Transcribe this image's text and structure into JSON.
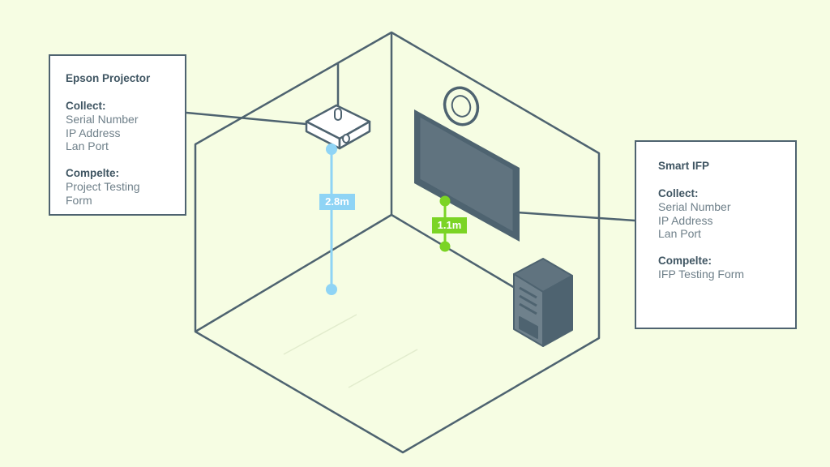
{
  "colors": {
    "background": "#f6fde3",
    "line": "#4e6370",
    "blue_measure": "#8fd4f5",
    "green_measure": "#7bd424",
    "screen": "#5d717d"
  },
  "cards": {
    "epson": {
      "title": "Epson Projector",
      "collect_heading": "Collect:",
      "collect_items": [
        "Serial Number",
        "IP Address",
        "Lan Port"
      ],
      "complete_heading": "Compelte:",
      "complete_items": [
        "Project Testing Form"
      ]
    },
    "ifp": {
      "title": "Smart IFP",
      "collect_heading": "Collect:",
      "collect_items": [
        "Serial Number",
        "IP Address",
        "Lan Port"
      ],
      "complete_heading": "Compelte:",
      "complete_items": [
        "IFP Testing Form"
      ]
    }
  },
  "measurements": {
    "projector_height": "2.8m",
    "ifp_height": "1.1m"
  },
  "icons": [
    "projector-icon",
    "smart-display-icon",
    "ceiling-speaker-icon",
    "computer-tower-icon"
  ]
}
